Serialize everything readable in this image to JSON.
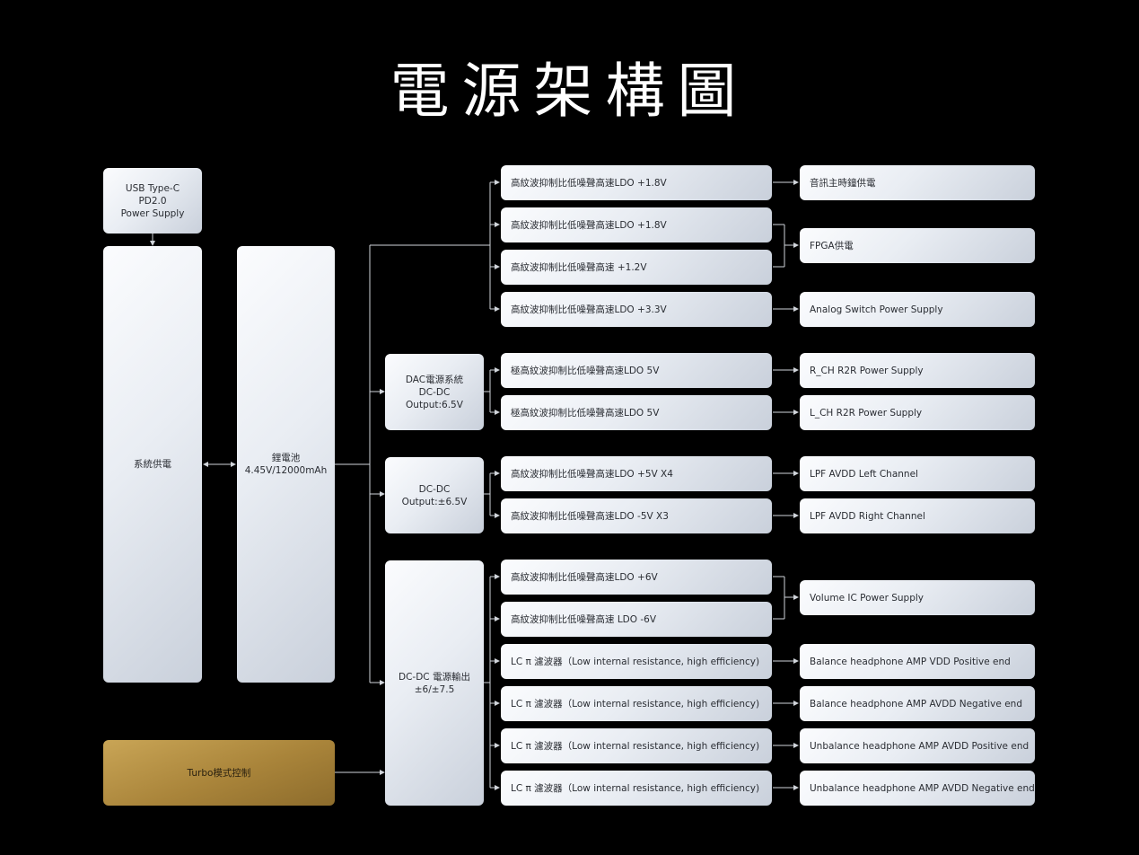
{
  "title": "電源架構圖",
  "colors": {
    "background": "#000000",
    "box": "#e9edf3",
    "turbo": "#b08a40",
    "line": "#d0d4da"
  },
  "usb": "USB Type-C\nPD2.0\nPower Supply",
  "system": "系統供電",
  "battery": "鋰電池\n4.45V/12000mAh",
  "turbo": "Turbo模式控制",
  "dac_dcdc": "DAC電源系統\nDC-DC\nOutput:6.5V",
  "dcdc": "DC-DC\nOutput:±6.5V",
  "dcdc_out": "DC-DC 電源輸出\n±6/±7.5",
  "ldo": [
    "高紋波抑制比低噪聲高速LDO +1.8V",
    "高紋波抑制比低噪聲高速LDO +1.8V",
    "高紋波抑制比低噪聲高速 +1.2V",
    "高紋波抑制比低噪聲高速LDO +3.3V",
    "極高紋波抑制比低噪聲高速LDO  5V",
    "極高紋波抑制比低噪聲高速LDO  5V",
    "高紋波抑制比低噪聲高速LDO +5V   X4",
    "高紋波抑制比低噪聲高速LDO  -5V   X3",
    "高紋波抑制比低噪聲高速LDO +6V",
    "高紋波抑制比低噪聲高速 LDO -6V",
    "LC π 濾波器（Low internal resistance, high efficiency)",
    "LC π 濾波器（Low internal resistance, high efficiency)",
    "LC π 濾波器（Low internal resistance, high efficiency)",
    "LC π 濾波器（Low internal resistance, high efficiency)"
  ],
  "outputs": [
    "音訊主時鐘供電",
    "FPGA供電",
    "Analog Switch Power Supply",
    "R_CH R2R Power Supply",
    "L_CH R2R Power Supply",
    "LPF AVDD Left Channel",
    "LPF AVDD Right Channel",
    "Volume IC Power Supply",
    "Balance headphone AMP VDD Positive end",
    "Balance headphone AMP AVDD Negative end",
    "Unbalance headphone AMP AVDD Positive end",
    "Unbalance headphone AMP AVDD Negative end"
  ]
}
